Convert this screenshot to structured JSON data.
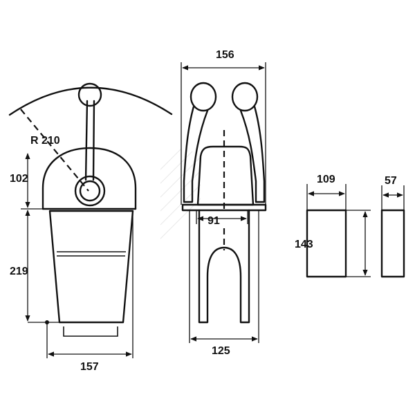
{
  "drawing": {
    "radius_label": "R 210",
    "dimensions": {
      "height_upper": "102",
      "height_lower": "219",
      "width_base": "157",
      "width_top": "156",
      "width_inner": "91",
      "width_bottom": "125",
      "cutout_width": "109",
      "cutout_height": "143",
      "cutout_depth": "57"
    }
  }
}
